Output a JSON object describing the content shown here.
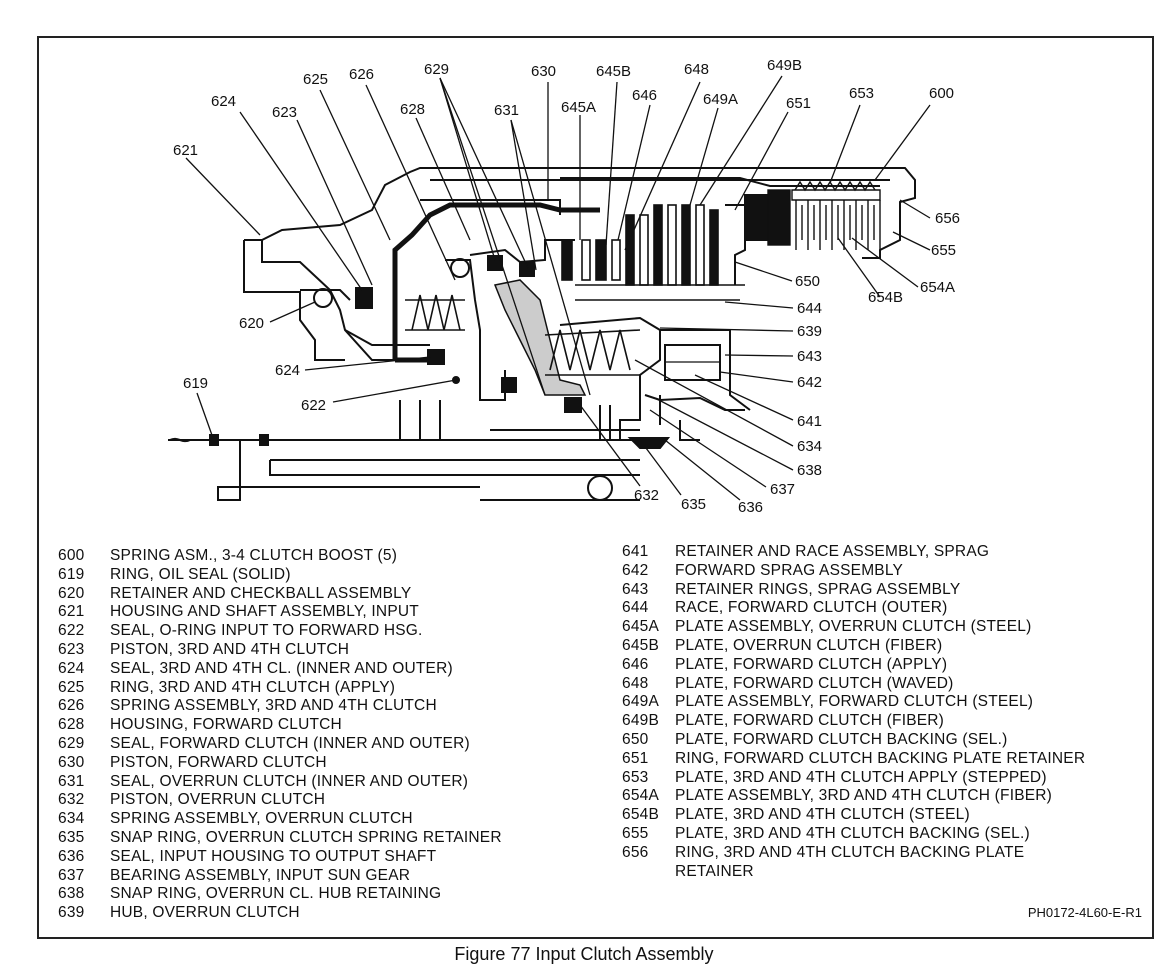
{
  "diagram": {
    "callouts": [
      "624",
      "625",
      "626",
      "629",
      "628",
      "623",
      "621",
      "630",
      "645B",
      "648",
      "649B",
      "646",
      "649A",
      "645A",
      "631",
      "651",
      "653",
      "600",
      "656",
      "655",
      "650",
      "654A",
      "654B",
      "644",
      "639",
      "643",
      "642",
      "641",
      "634",
      "638",
      "637",
      "636",
      "635",
      "632",
      "622",
      "624",
      "620",
      "619"
    ]
  },
  "legend_left": [
    {
      "num": "600",
      "desc": "SPRING ASM., 3-4 CLUTCH BOOST (5)"
    },
    {
      "num": "619",
      "desc": "RING, OIL SEAL (SOLID)"
    },
    {
      "num": "620",
      "desc": "RETAINER AND CHECKBALL ASSEMBLY"
    },
    {
      "num": "621",
      "desc": "HOUSING AND SHAFT ASSEMBLY, INPUT"
    },
    {
      "num": "622",
      "desc": "SEAL, O-RING INPUT TO FORWARD HSG."
    },
    {
      "num": "623",
      "desc": "PISTON, 3RD AND 4TH CLUTCH"
    },
    {
      "num": "624",
      "desc": "SEAL, 3RD AND 4TH CL. (INNER AND OUTER)"
    },
    {
      "num": "625",
      "desc": "RING, 3RD AND 4TH CLUTCH (APPLY)"
    },
    {
      "num": "626",
      "desc": "SPRING ASSEMBLY, 3RD AND 4TH CLUTCH"
    },
    {
      "num": "628",
      "desc": "HOUSING, FORWARD CLUTCH"
    },
    {
      "num": "629",
      "desc": "SEAL, FORWARD CLUTCH (INNER AND OUTER)"
    },
    {
      "num": "630",
      "desc": "PISTON, FORWARD CLUTCH"
    },
    {
      "num": "631",
      "desc": "SEAL, OVERRUN CLUTCH (INNER AND OUTER)"
    },
    {
      "num": "632",
      "desc": "PISTON, OVERRUN CLUTCH"
    },
    {
      "num": "634",
      "desc": "SPRING ASSEMBLY, OVERRUN CLUTCH"
    },
    {
      "num": "635",
      "desc": "SNAP RING, OVERRUN CLUTCH SPRING RETAINER"
    },
    {
      "num": "636",
      "desc": "SEAL, INPUT HOUSING TO OUTPUT SHAFT"
    },
    {
      "num": "637",
      "desc": "BEARING ASSEMBLY, INPUT SUN GEAR"
    },
    {
      "num": "638",
      "desc": "SNAP RING, OVERRUN CL. HUB RETAINING"
    },
    {
      "num": "639",
      "desc": "HUB, OVERRUN CLUTCH"
    }
  ],
  "legend_right": [
    {
      "num": "641",
      "desc": "RETAINER AND RACE ASSEMBLY, SPRAG"
    },
    {
      "num": "642",
      "desc": "FORWARD SPRAG ASSEMBLY"
    },
    {
      "num": "643",
      "desc": "RETAINER RINGS, SPRAG ASSEMBLY"
    },
    {
      "num": "644",
      "desc": "RACE, FORWARD CLUTCH (OUTER)"
    },
    {
      "num": "645A",
      "desc": "PLATE ASSEMBLY, OVERRUN CLUTCH (STEEL)"
    },
    {
      "num": "645B",
      "desc": "PLATE, OVERRUN CLUTCH (FIBER)"
    },
    {
      "num": "646",
      "desc": "PLATE, FORWARD CLUTCH (APPLY)"
    },
    {
      "num": "648",
      "desc": "PLATE, FORWARD CLUTCH (WAVED)"
    },
    {
      "num": "649A",
      "desc": "PLATE ASSEMBLY, FORWARD CLUTCH (STEEL)"
    },
    {
      "num": "649B",
      "desc": "PLATE, FORWARD CLUTCH (FIBER)"
    },
    {
      "num": "650",
      "desc": "PLATE, FORWARD CLUTCH BACKING (SEL.)"
    },
    {
      "num": "651",
      "desc": "RING, FORWARD CLUTCH BACKING PLATE RETAINER"
    },
    {
      "num": "653",
      "desc": "PLATE, 3RD AND 4TH CLUTCH APPLY (STEPPED)"
    },
    {
      "num": "654A",
      "desc": "PLATE ASSEMBLY, 3RD AND 4TH CLUTCH (FIBER)"
    },
    {
      "num": "654B",
      "desc": "PLATE, 3RD AND 4TH CLUTCH (STEEL)"
    },
    {
      "num": "655",
      "desc": "PLATE, 3RD AND 4TH CLUTCH BACKING (SEL.)"
    },
    {
      "num": "656",
      "desc": "RING, 3RD AND 4TH CLUTCH BACKING PLATE"
    },
    {
      "num": "",
      "desc": "RETAINER"
    }
  ],
  "figure_code": "PH0172-4L60-E-R1",
  "caption": "Figure 77 Input Clutch Assembly"
}
